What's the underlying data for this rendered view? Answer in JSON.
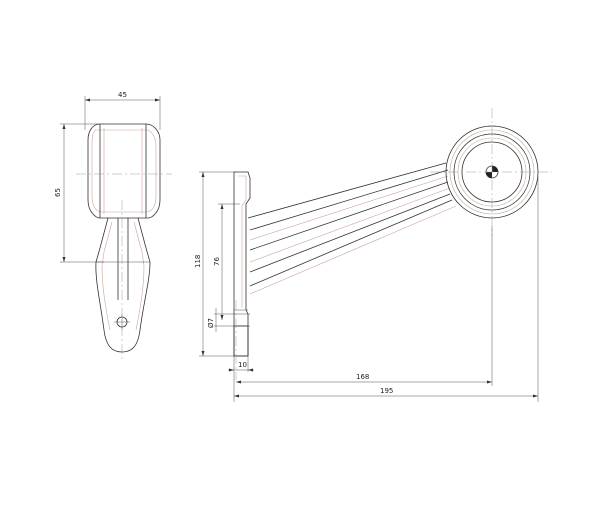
{
  "drawing": {
    "background": "#ffffff",
    "line_color": "#333333",
    "accent_color": "#c9a59a",
    "dimensions": {
      "front_width": "45",
      "front_height": "65",
      "side_height_total": "118",
      "side_height_inner": "76",
      "hole_dia": "Ø7",
      "base_width": "10",
      "arm_reach": "168",
      "total_reach": "195"
    }
  }
}
